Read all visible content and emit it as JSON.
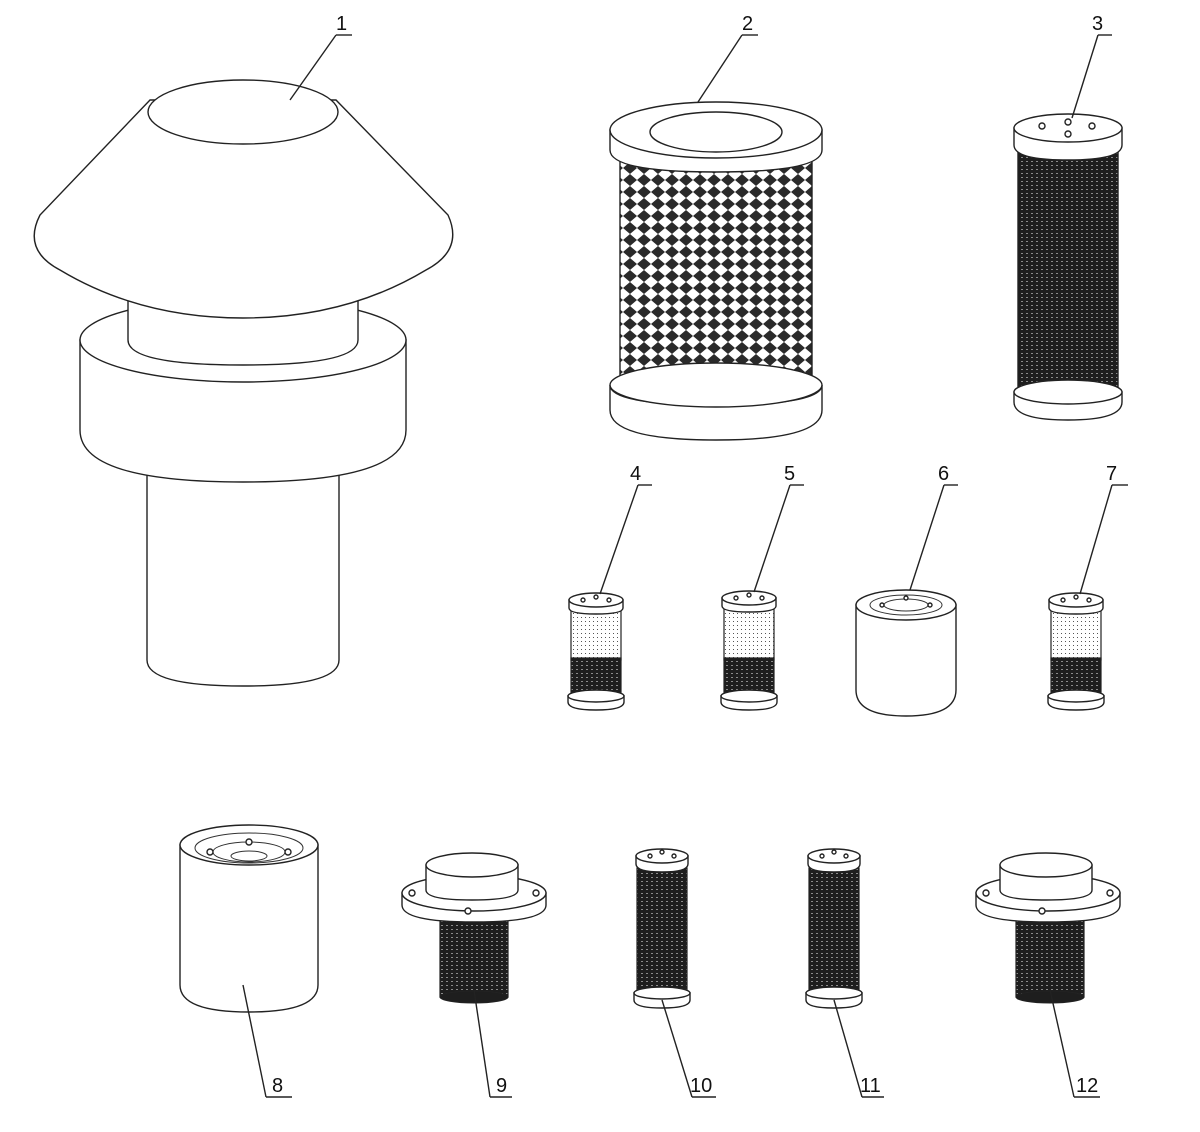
{
  "colors": {
    "line": "#222222",
    "mesh_dark": "#2a2a2a",
    "background": "#ffffff"
  },
  "parts": [
    {
      "id": "part-1",
      "label": "1"
    },
    {
      "id": "part-2",
      "label": "2"
    },
    {
      "id": "part-3",
      "label": "3"
    },
    {
      "id": "part-4",
      "label": "4"
    },
    {
      "id": "part-5",
      "label": "5"
    },
    {
      "id": "part-6",
      "label": "6"
    },
    {
      "id": "part-7",
      "label": "7"
    },
    {
      "id": "part-8",
      "label": "8"
    },
    {
      "id": "part-9",
      "label": "9"
    },
    {
      "id": "part-10",
      "label": "10"
    },
    {
      "id": "part-11",
      "label": "11"
    },
    {
      "id": "part-12",
      "label": "12"
    }
  ]
}
